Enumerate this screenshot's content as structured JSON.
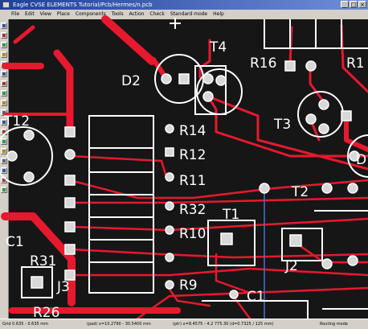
{
  "window": {
    "title": "Eagle CVSE ELEMENTS Tutorial/Pcb/Hermes/n.pcb",
    "buttons": {
      "minimize": "_",
      "maximize": "□",
      "close": "×"
    }
  },
  "menu": {
    "items": [
      "File",
      "Edit",
      "View",
      "Place",
      "Components",
      "Tools",
      "Action",
      "Check",
      "Standard mode",
      "Help"
    ]
  },
  "toolbar": {
    "tools": [
      "select-icon",
      "move-icon",
      "rotate-icon",
      "zoom-icon",
      "wire-icon",
      "route-icon",
      "via-icon",
      "pad-icon",
      "text-icon",
      "circle-icon",
      "rect-icon",
      "polygon-icon",
      "hole-icon",
      "delete-icon",
      "drc-icon",
      "ratsnest-icon",
      "grid-icon",
      "layer-icon"
    ]
  },
  "pcb": {
    "labels": {
      "D2": "D2",
      "T4": "T4",
      "R16": "R16",
      "R1x": "R1",
      "T12": "T12",
      "T3": "T3",
      "R14": "R14",
      "R12": "R12",
      "Dx": "D",
      "R11": "R11",
      "T2": "T2",
      "R32": "R32",
      "T1": "T1",
      "C1left": "C1",
      "R10": "R10",
      "R31": "R31",
      "J2": "J2",
      "J3": "J3",
      "R9": "R9",
      "C1": "C1",
      "R26": "R26"
    }
  },
  "status": {
    "left": "Grid 0.635 - 0.635 mm",
    "mid1": "(pad) x=10.2790 - 30.5400 mm",
    "mid2": "(ptr) x=8.4575 - 4.2 775.30 (d=0.7325 / 125 mm)",
    "right": "Routing mode"
  },
  "colors": {
    "trace": "#e6192e",
    "board": "#161616",
    "silk": "#ffffff",
    "ratsnest": "#4a6fd8"
  }
}
